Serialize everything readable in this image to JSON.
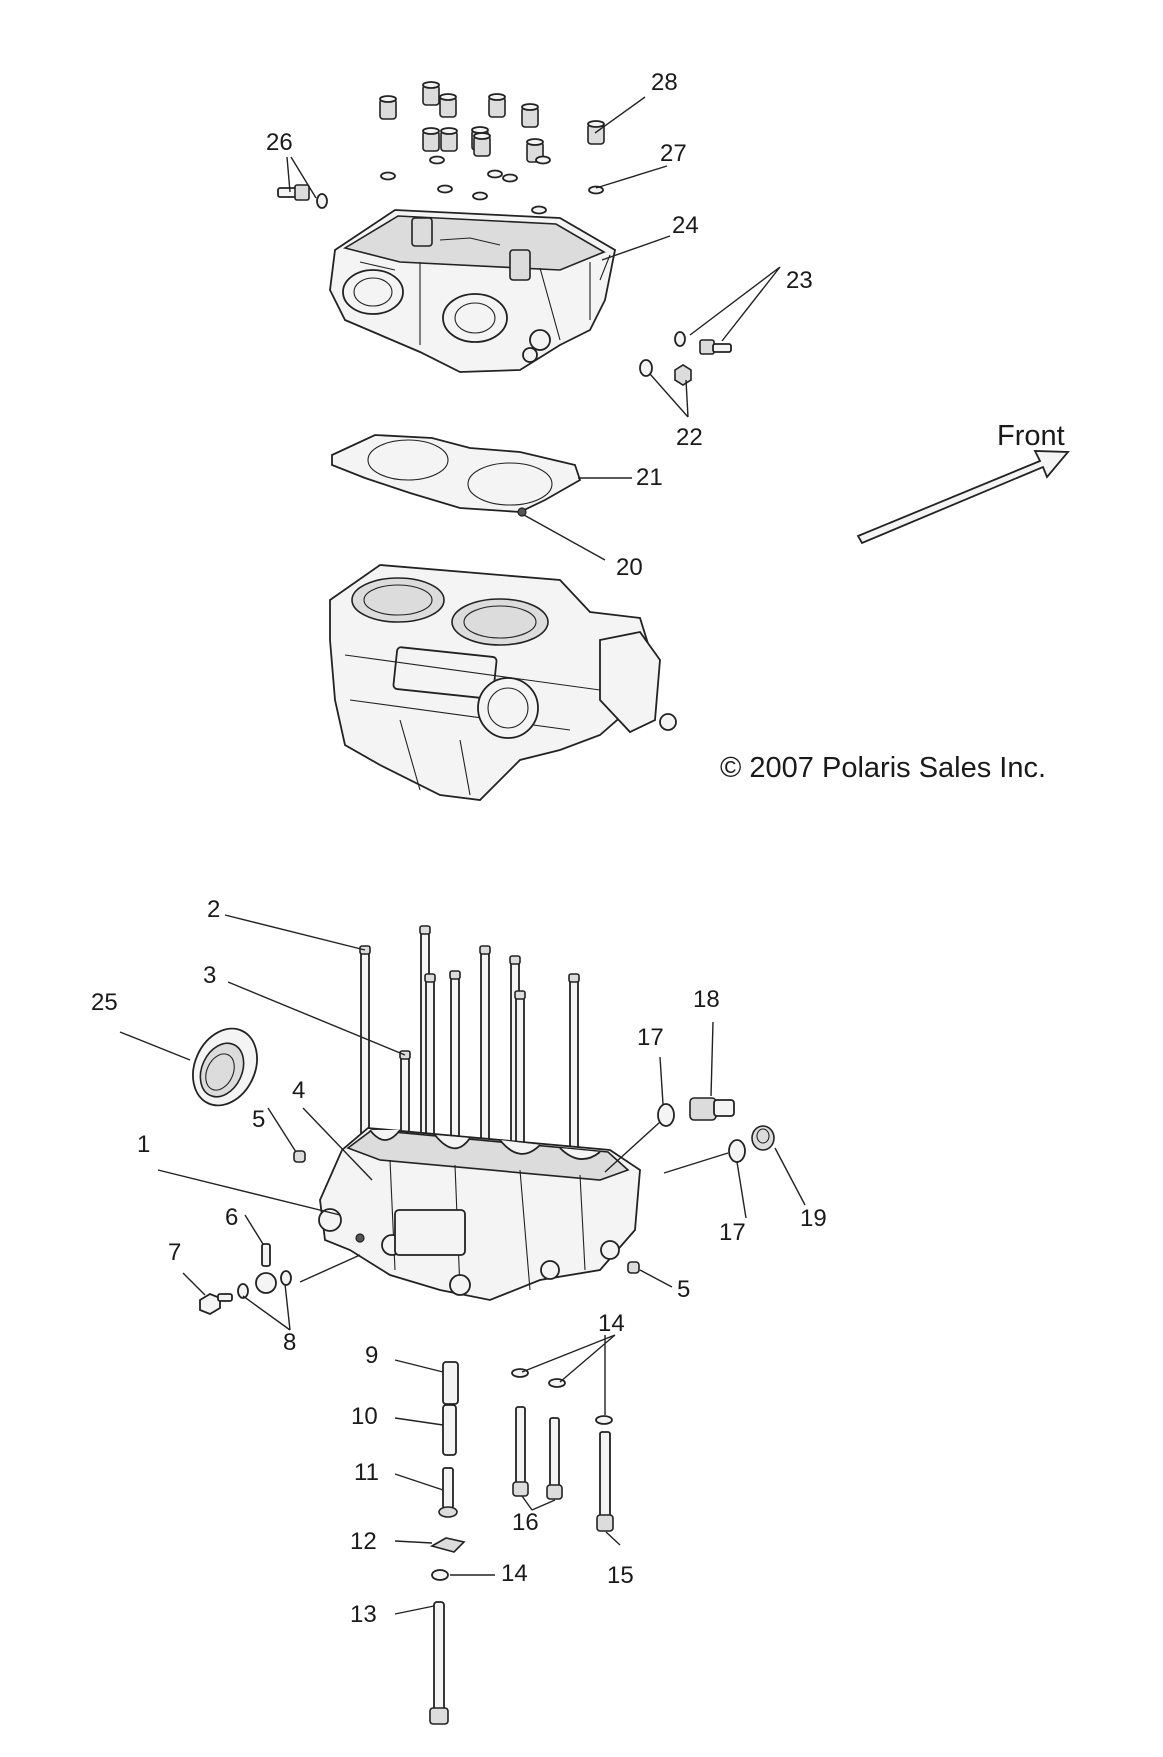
{
  "diagram": {
    "front_label": "Front",
    "copyright": "© 2007 Polaris Sales Inc.",
    "callouts": [
      {
        "id": "28",
        "text": "28"
      },
      {
        "id": "27",
        "text": "27"
      },
      {
        "id": "26",
        "text": "26"
      },
      {
        "id": "24",
        "text": "24"
      },
      {
        "id": "23",
        "text": "23"
      },
      {
        "id": "22",
        "text": "22"
      },
      {
        "id": "21",
        "text": "21"
      },
      {
        "id": "20",
        "text": "20"
      },
      {
        "id": "2",
        "text": "2"
      },
      {
        "id": "3",
        "text": "3"
      },
      {
        "id": "25",
        "text": "25"
      },
      {
        "id": "4",
        "text": "4"
      },
      {
        "id": "5a",
        "text": "5"
      },
      {
        "id": "1",
        "text": "1"
      },
      {
        "id": "6",
        "text": "6"
      },
      {
        "id": "7",
        "text": "7"
      },
      {
        "id": "8",
        "text": "8"
      },
      {
        "id": "17a",
        "text": "17"
      },
      {
        "id": "18",
        "text": "18"
      },
      {
        "id": "17b",
        "text": "17"
      },
      {
        "id": "19",
        "text": "19"
      },
      {
        "id": "5b",
        "text": "5"
      },
      {
        "id": "14a",
        "text": "14"
      },
      {
        "id": "9",
        "text": "9"
      },
      {
        "id": "10",
        "text": "10"
      },
      {
        "id": "11",
        "text": "11"
      },
      {
        "id": "12",
        "text": "12"
      },
      {
        "id": "14b",
        "text": "14"
      },
      {
        "id": "16",
        "text": "16"
      },
      {
        "id": "15",
        "text": "15"
      },
      {
        "id": "13",
        "text": "13"
      }
    ]
  }
}
